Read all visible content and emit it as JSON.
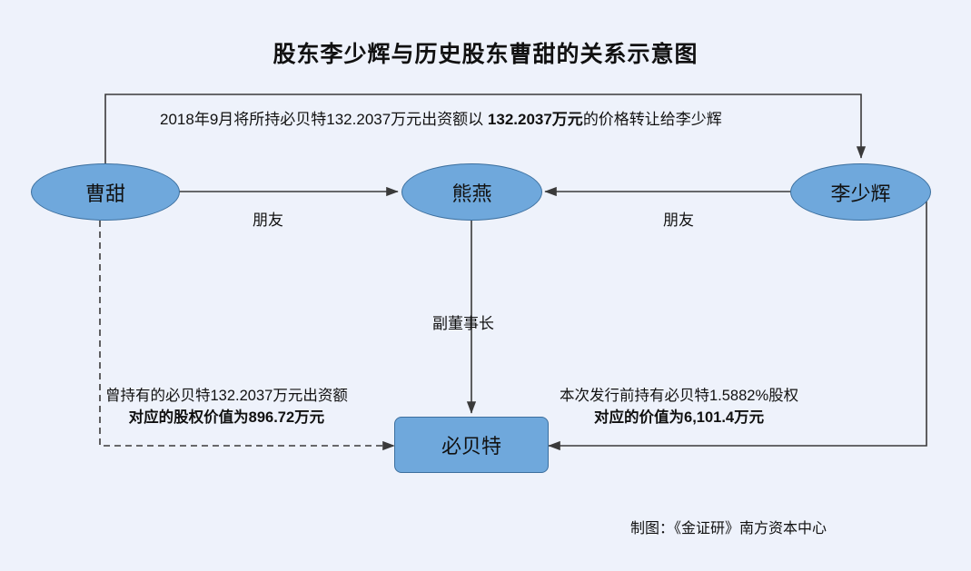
{
  "title": "股东李少辉与历史股东曹甜的关系示意图",
  "nodes": [
    {
      "id": "caotian",
      "label": "曹甜",
      "shape": "ellipse"
    },
    {
      "id": "xiongyan",
      "label": "熊燕",
      "shape": "ellipse"
    },
    {
      "id": "lishaohui",
      "label": "李少辉",
      "shape": "ellipse"
    },
    {
      "id": "bibeite",
      "label": "必贝特",
      "shape": "rect"
    }
  ],
  "edge_labels": {
    "friend_left": "朋友",
    "friend_right": "朋友",
    "vice_chairman": "副董事长"
  },
  "top_note": {
    "plain_1": "2018年9月将所持必贝特132.2037万元出资额以 ",
    "bold": "132.2037万元",
    "plain_2": "的价格转让给李少辉"
  },
  "left_note": {
    "line1": "曾持有的必贝特132.2037万元出资额",
    "line2": "对应的股权价值为896.72万元"
  },
  "right_note": {
    "line1": "本次发行前持有必贝特1.5882%股权",
    "line2": "对应的价值为6,101.4万元"
  },
  "credit": "制图：《金证研》南方资本中心",
  "colors": {
    "background": "#eef2fb",
    "node_fill": "#6fa8dc",
    "node_stroke": "#3c6f9e",
    "edge": "#3a3a3a",
    "text": "#111111"
  }
}
